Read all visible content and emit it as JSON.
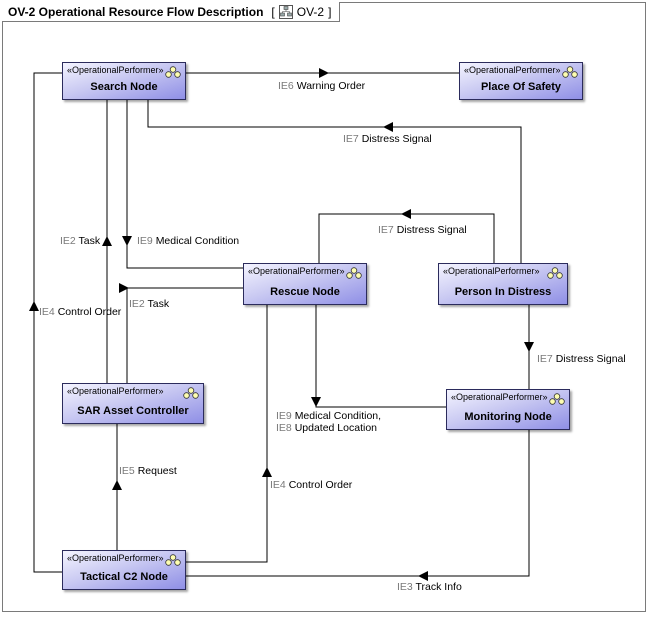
{
  "diagram": {
    "title": "OV-2 Operational Resource Flow Description",
    "tag_open": "[",
    "tag_label": "OV-2",
    "tag_close": "]",
    "tag_icon": "diagram-icon"
  },
  "stereotype": "«OperationalPerformer»",
  "nodes": {
    "search": "Search Node",
    "safety": "Place Of Safety",
    "rescue": "Rescue Node",
    "distress": "Person In Distress",
    "sar": "SAR Asset Controller",
    "monitoring": "Monitoring Node",
    "tactical": "Tactical C2 Node"
  },
  "node_icon": "performer-icon",
  "flows": {
    "ie6": {
      "id": "IE6",
      "text": "Warning Order"
    },
    "ie7a": {
      "id": "IE7",
      "text": "Distress Signal"
    },
    "ie7b": {
      "id": "IE7",
      "text": "Distress Signal"
    },
    "ie7c": {
      "id": "IE7",
      "text": "Distress Signal"
    },
    "ie2a": {
      "id": "IE2",
      "text": "Task"
    },
    "ie9": {
      "id": "IE9",
      "text": "Medical Condition"
    },
    "ie2b": {
      "id": "IE2",
      "text": "Task"
    },
    "ie4a": {
      "id": "IE4",
      "text": "Control Order"
    },
    "ie9b": {
      "id": "IE9",
      "text": "Medical Condition,"
    },
    "ie8": {
      "id": "IE8",
      "text": "Updated Location"
    },
    "ie5": {
      "id": "IE5",
      "text": "Request"
    },
    "ie4b": {
      "id": "IE4",
      "text": "Control Order"
    },
    "ie3": {
      "id": "IE3",
      "text": "Track Info"
    }
  }
}
